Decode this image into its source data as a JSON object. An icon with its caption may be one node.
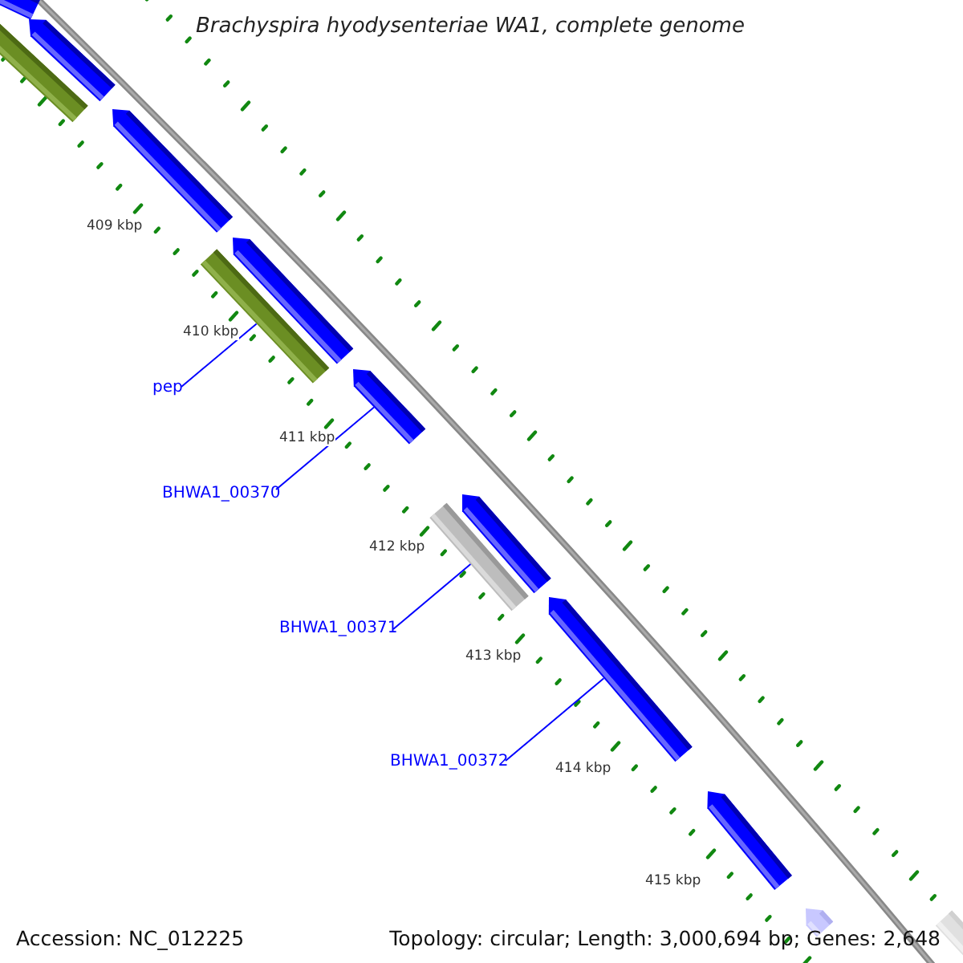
{
  "diagram": {
    "title": "Brachyspira hyodysenteriae WA1, complete genome",
    "nodes": [
      {
        "text": [
          "pep"
        ]
      },
      {
        "text": [
          "BHWA1_00370"
        ]
      },
      {
        "text": [
          "BHWA1_00371"
        ]
      },
      {
        "text": [
          "BHWA1_00372"
        ]
      },
      {
        "text": [],
        "shape": "pentagon"
      },
      {
        "text": [],
        "shape": "bar"
      },
      {
        "text": [],
        "shape": "pentagon"
      },
      {
        "text": [],
        "shape": "pentagon"
      },
      {
        "text": [],
        "shape": "pentagon"
      },
      {
        "text": [],
        "shape": "bar"
      },
      {
        "text": [],
        "shape": "pentagon"
      },
      {
        "text": [],
        "shape": "bar"
      },
      {
        "text": [],
        "shape": "pentagon"
      },
      {
        "text": [],
        "shape": "pentagon"
      },
      {
        "text": [],
        "shape": "pentagon"
      },
      {
        "text": [],
        "shape": "pentagon"
      },
      {
        "text": [],
        "shape": "bar"
      }
    ],
    "edges": [
      {
        "from": 0,
        "to": 9,
        "arrow": "none"
      },
      {
        "from": 1,
        "to": 10,
        "arrow": "none"
      },
      {
        "from": 2,
        "to": 11,
        "arrow": "none"
      },
      {
        "from": 3,
        "to": 13,
        "arrow": "none"
      }
    ],
    "labels": [
      "409 kbp",
      "410 kbp",
      "411 kbp",
      "412 kbp",
      "413 kbp",
      "414 kbp",
      "415 kbp",
      "Accession: NC_012225",
      "Topology: circular; Length: 3,000,694 bp; Genes: 2,648"
    ]
  }
}
